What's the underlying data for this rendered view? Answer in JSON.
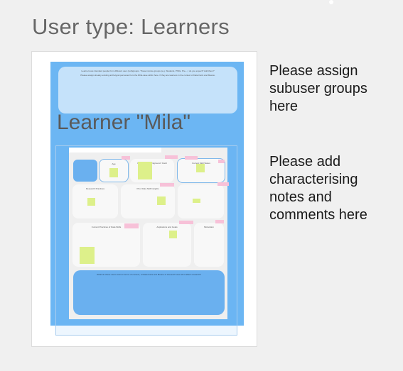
{
  "page": {
    "title": "User type: Learners"
  },
  "board": {
    "intro_line_1": "Learners are intended people from different user (sub)groups. These involve groups (e.g. Students, PhDs, Pre-...) do you expect? Add them?",
    "intro_line_2": "Please assign already existing archetypal personas from the RFE-case within here. If they are learners in the context of Data Fairs and Means.",
    "learner_title": "Learner \"Mila\"",
    "cards": [
      {
        "label": ""
      },
      {
        "label": "Age"
      },
      {
        "label": "Educational background / Field"
      },
      {
        "label": "Current Skill Status"
      },
      {
        "label": "Research Practices"
      },
      {
        "label": "Prior Data Skill Insights"
      },
      {
        "label": ""
      },
      {
        "label": "Current Practices of Data Skills"
      },
      {
        "label": "Aspirations and Goals"
      },
      {
        "label": "Motivation"
      }
    ],
    "bottom_prompt": "What do these users want in terms of content, of Data Fairs and Means of interest? How will it affect research?"
  },
  "notes": {
    "subgroups": "Please assign subuser groups here",
    "comments": "Please add characterising notes and comments here"
  }
}
